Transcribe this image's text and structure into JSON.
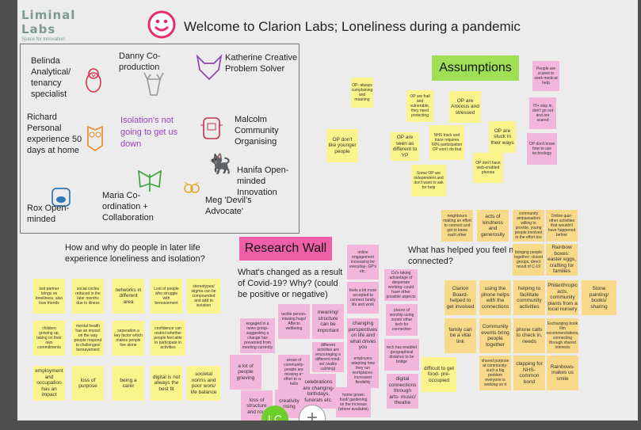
{
  "logo": {
    "name": "Liminal Labs",
    "tagline": "Space for innovation"
  },
  "title": "Welcome to Clarion Labs; Loneliness during a pandemic",
  "icons": {
    "smiley": "smiley-face-icon",
    "belinda": "penguin-icon",
    "danny": "deer-icon",
    "katherine": "fox-icon",
    "richard": "owl-icon",
    "malcolm": "robot-icon",
    "hanifa": "cat-icon",
    "rox": "dog-icon",
    "maria": "butterfly-icon",
    "meg": "owl-icon"
  },
  "team": {
    "belinda": "Belinda Analytical/ tenancy specialist",
    "danny": "Danny Co-production",
    "katherine": "Katherine Creative Problem Solver",
    "richard": "Richard Personal experience 50 days at home",
    "quote": "Isolation's not going to get us down",
    "malcolm": "Malcolm Community Organising",
    "hanifa": "Hanifa Open-minded Innovation",
    "rox": "Rox Open-minded",
    "maria": "Maria Co-ordination + Collaboration",
    "meg": "Meg 'Devil's Advocate'"
  },
  "headers": {
    "assumptions": "Assumptions",
    "research_wall": "Research Wall"
  },
  "questions": {
    "how_why": "How and why do people in later life experience loneliness and isolation?",
    "covid": "What's changed as a result of Covid-19? Why? (could be positive or negative)",
    "helped": "What has helped you feel more connected?"
  },
  "assumption_notes": [
    "OP- always complaining and moaning",
    "OP are frail and vulnerable, they need protecting",
    "OP are Anxious and stressed",
    "OP don't like younger people",
    "NHS track and trace requires 60% participation OP won't do that",
    "OP are seen as different to YP",
    "OP are stuck in their ways",
    "OP don't have web-enabled phones",
    "Some OP are independent and don't want to ask for help",
    "People are scared to seek medical help",
    "70+ stay in, don't go out and are scared",
    "OP don't know how to use technology"
  ],
  "connected_notes": [
    "neighbours making an effort to connect and get to know each other",
    "acts of kindness and generosity",
    "community ambassadors willing to provide, young people involved in the effort too",
    "Online quiz- other activities that wouldn't have happened before",
    "bringing people together- closed groups, direct result of C-19",
    "Rainbow boxes: easter eggs, crafting for families",
    "Clarion Board- helped to get involved",
    "using the phone helps with the connections",
    "helping to facilitate community activities",
    "Philanthropic acts, community plants from a local nursery",
    "Stone painting/ books/ sharing",
    "family can be a vital link",
    "Community events bring people together",
    "phone calls to check in, needs",
    "Exchanging book film recommendations, connecting through shared interests",
    "shared purpose at community- such a big problem everyone is working on it",
    "clapping for NHS- common bond",
    "Rainbows- makes us smile"
  ],
  "how_notes": [
    "lost partner brings on loneliness, also lose friends",
    "social circles reduced in the later months due to illness",
    "networks in different area",
    "Lost of people who struggle with bereavement",
    "stereotypes/ stigma can be compounded and add to isolation",
    "children growing up, taking on their own commitments",
    "mental health has an impact on the way people respond to challenges/ bereavement",
    "seperation a key factor which makes people live alone",
    "confidence can restrict whether people feel able to participate in activities",
    "employment and occupation has an impact",
    "loss of purpose",
    "being a carer",
    "digital is not always the best fit",
    "societal norms and poor work/ life balance"
  ],
  "covid_notes": [
    "online engagement increasing for everyday- GP's etc.",
    "Co's taking advantage of desperate working- could have other possible aspects",
    "feels a bit more accepted to connect family life and work",
    "tactile person- missing hugs! Affects wellbeing",
    "meaning/ structure can be important",
    "places of worship using zoom/ other tech for connection",
    "engaged in a news group- suggesting a change has prevented from meeting currently",
    "changing perspectives on life and what drives you",
    "different activities are encouraging a different mind-set (walks calming)",
    "tech has enabled geographical distance to be bridge",
    "sense of community- people are missing an effort to say hello",
    "employers adapting how they run workplaces- increased flexibility",
    "a lot of people grieving",
    "celebrations are changing- birthdays, funerals etc.",
    "difficult to get food- pre-occupied",
    "digital connections through arts- music/ theatre",
    "home grown food/ gardening on the increase (where available)",
    "loss of structure and rout",
    "creativity rising"
  ],
  "user": {
    "initials": "LC"
  },
  "toolbar": {
    "add_label": "+"
  },
  "colors": {
    "assumptions_header": "#9fe057",
    "research_header": "#ef5fa8",
    "sticky_yellow": "#fbf38b",
    "sticky_orange": "#f8d889",
    "sticky_pink": "#f2b6dc",
    "avatar": "#6fcf2a"
  }
}
